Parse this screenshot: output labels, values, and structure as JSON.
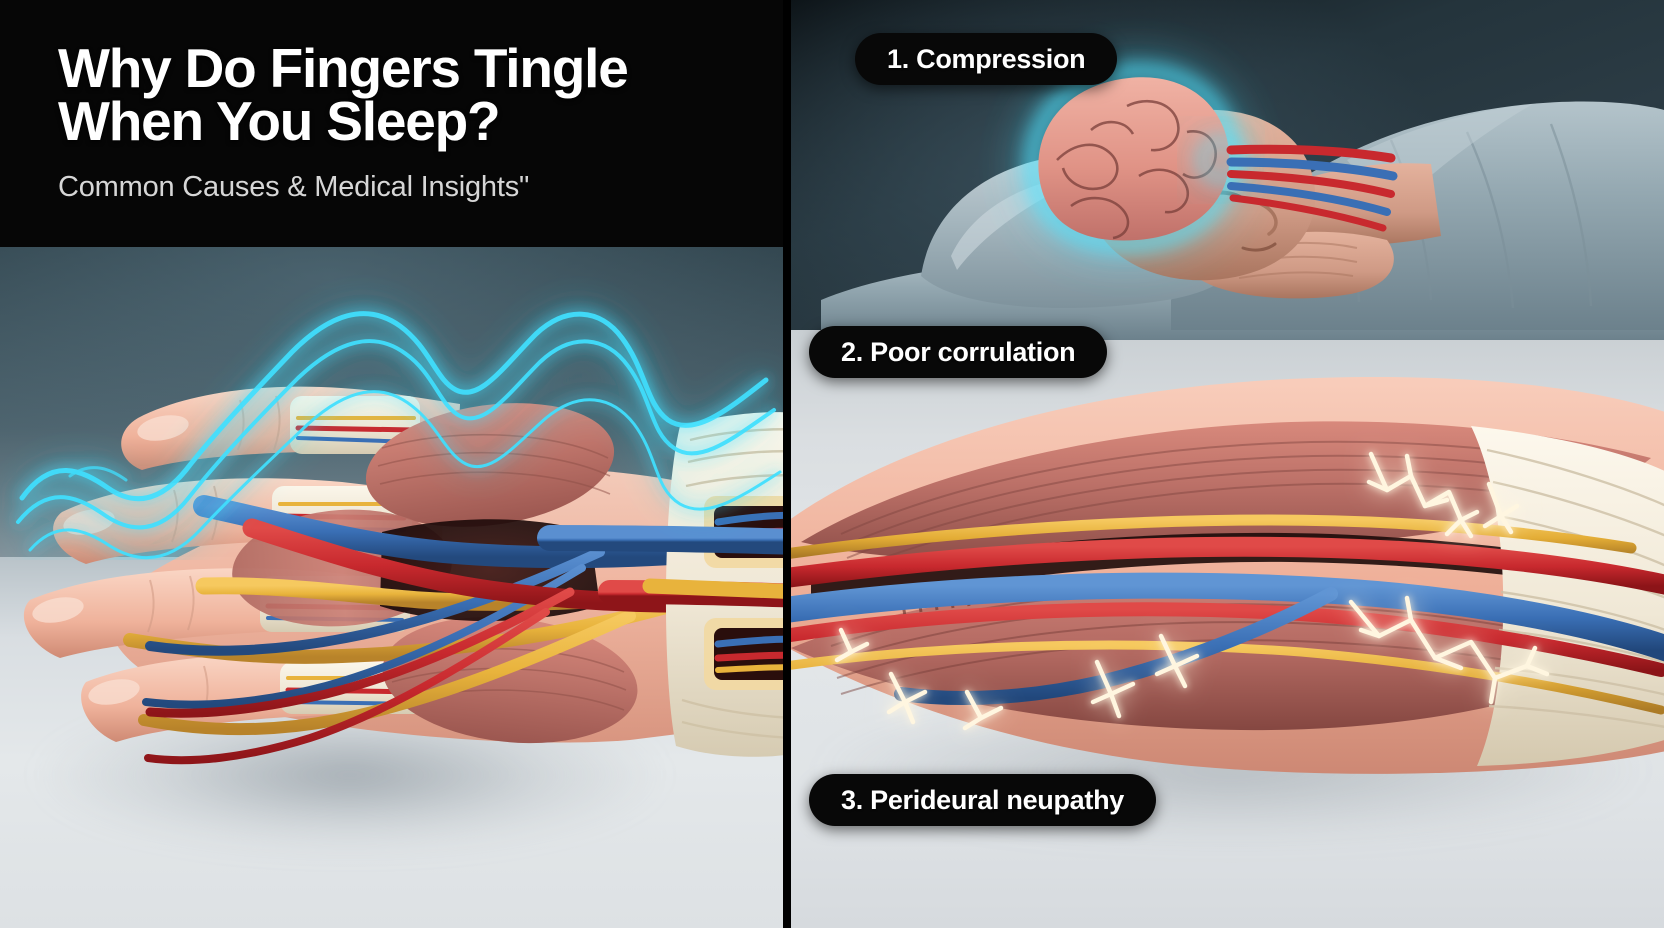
{
  "poster": {
    "title_line_1": "Why Do Fingers Tingle",
    "title_line_2": "When You Sleep?",
    "subtitle": "Common Causes & Medical Insights\"",
    "colors": {
      "title_block_bg": "#060606",
      "badge_bg": "#080808",
      "badge_text": "#ffffff",
      "subtitle_text": "#d6d6d6",
      "divider": "#000000",
      "neon_cyan": "#3fe0ff",
      "muscle_rose": "#c0766c",
      "artery_red": "#c8292e",
      "vein_blue": "#3a6fb5",
      "nerve_yellow": "#e8b33c",
      "tendon_cream": "#efe7d5",
      "skin": "#f0b49e",
      "spark_white": "#fff6e0",
      "bedding_blue_gray": "#97abb5",
      "brain_pink": "#e7a093"
    }
  },
  "causes": [
    {
      "number": "1.",
      "label": "1. Compression"
    },
    {
      "number": "2.",
      "label": "2. Poor corrulation"
    },
    {
      "number": "3.",
      "label": "3. Perideural neupathy"
    }
  ],
  "illustrations": {
    "left": "anatomical-hand-forearm-cutaway-with-cyan-tingle-waves",
    "right_top": "sleeping-person-with-glowing-brain-on-pillow",
    "right_bottom": "forearm-anatomy-with-electric-nerve-sparks"
  }
}
